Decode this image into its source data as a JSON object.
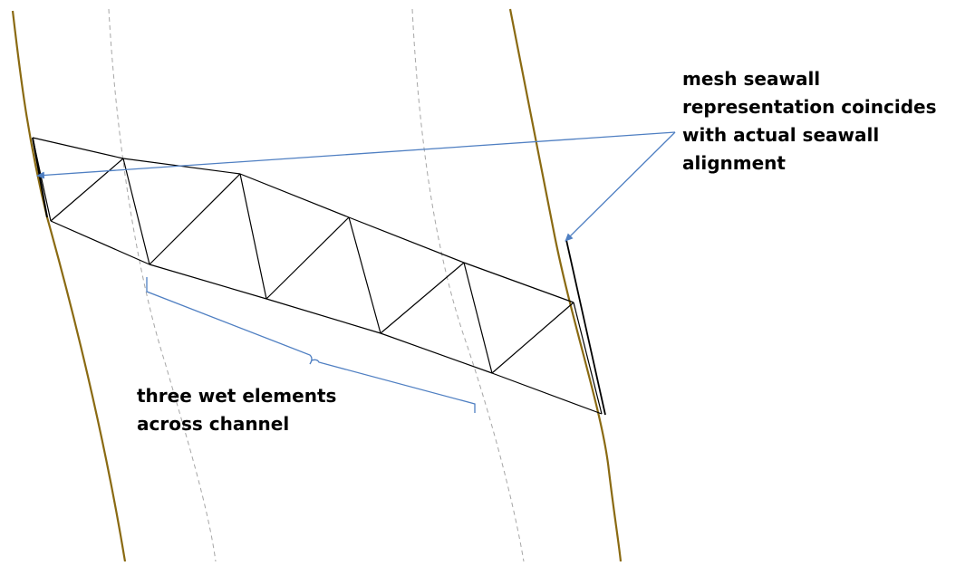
{
  "colors": {
    "seawall": "#8a6a12",
    "mesh": "#000000",
    "guide": "#a6a6a6",
    "annotation": "#4f7fc2"
  },
  "annotations": {
    "seawall_note": [
      "mesh seawall",
      "representation coincides",
      "with actual seawall",
      "alignment"
    ],
    "wet_note": [
      "three wet elements",
      "across channel"
    ]
  }
}
